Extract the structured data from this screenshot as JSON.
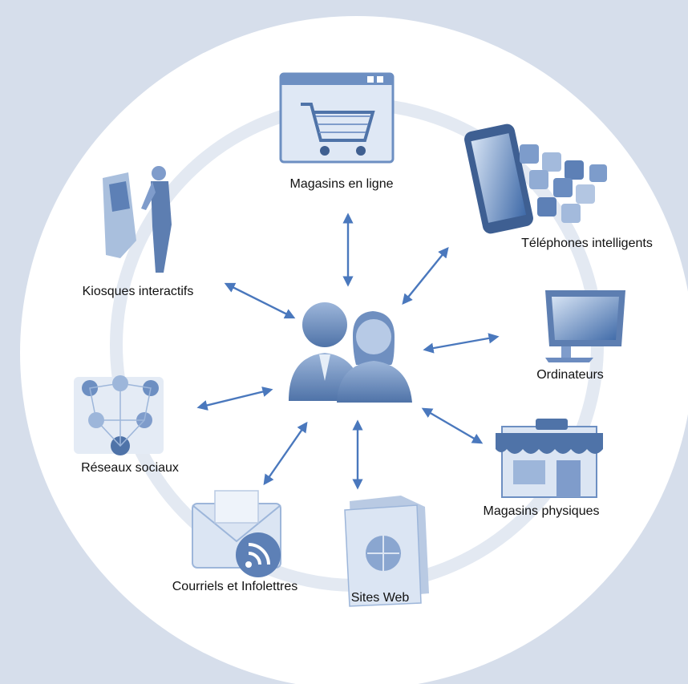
{
  "colors": {
    "background": "#d6deeb",
    "circle": "#ffffff",
    "ring": "#e2e8f1",
    "arrow": "#4a78bd",
    "icon_blue": "#5b7fb4",
    "icon_light": "#a9bfdd"
  },
  "center": {
    "icon": "people-icon"
  },
  "nodes": [
    {
      "id": "online-stores",
      "label": "Magasins en ligne",
      "icon": "shopping-cart-browser-icon"
    },
    {
      "id": "smartphones",
      "label": "Téléphones intelligents",
      "icon": "smartphone-apps-icon"
    },
    {
      "id": "computers",
      "label": "Ordinateurs",
      "icon": "computer-monitor-icon"
    },
    {
      "id": "physical-stores",
      "label": "Magasins physiques",
      "icon": "shop-storefront-icon"
    },
    {
      "id": "websites",
      "label": "Sites Web",
      "icon": "website-folder-icon"
    },
    {
      "id": "emails",
      "label": "Courriels et Infolettres",
      "icon": "email-rss-icon"
    },
    {
      "id": "social-networks",
      "label": "Réseaux sociaux",
      "icon": "social-network-icon"
    },
    {
      "id": "kiosks",
      "label": "Kiosques interactifs",
      "icon": "interactive-kiosk-icon"
    }
  ]
}
